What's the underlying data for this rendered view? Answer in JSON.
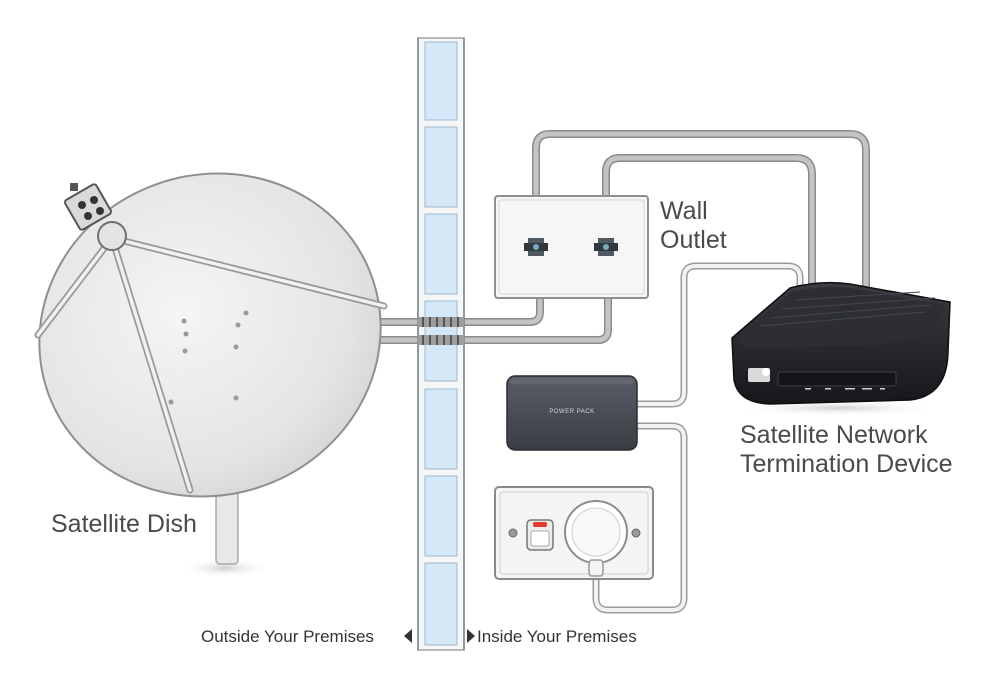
{
  "labels": {
    "wall_outlet_line1": "Wall",
    "wall_outlet_line2": "Outlet",
    "sntd_line1": "Satellite Network",
    "sntd_line2": "Termination Device",
    "satellite_dish": "Satellite Dish",
    "outside": "Outside Your Premises",
    "inside": "Inside Your Premises",
    "power_pack": "POWER PACK"
  },
  "colors": {
    "cable": "#b9b9b9",
    "cable_edge": "#8a8a8a",
    "wall_pane": "#d5e8f7",
    "dish": "#e6e6e6",
    "device": "#26282d",
    "power_pack": "#4a4d55",
    "text": "#4a4a4a"
  },
  "icons": {
    "outside_arrow": "arrow-left-icon",
    "inside_arrow": "arrow-right-icon"
  }
}
